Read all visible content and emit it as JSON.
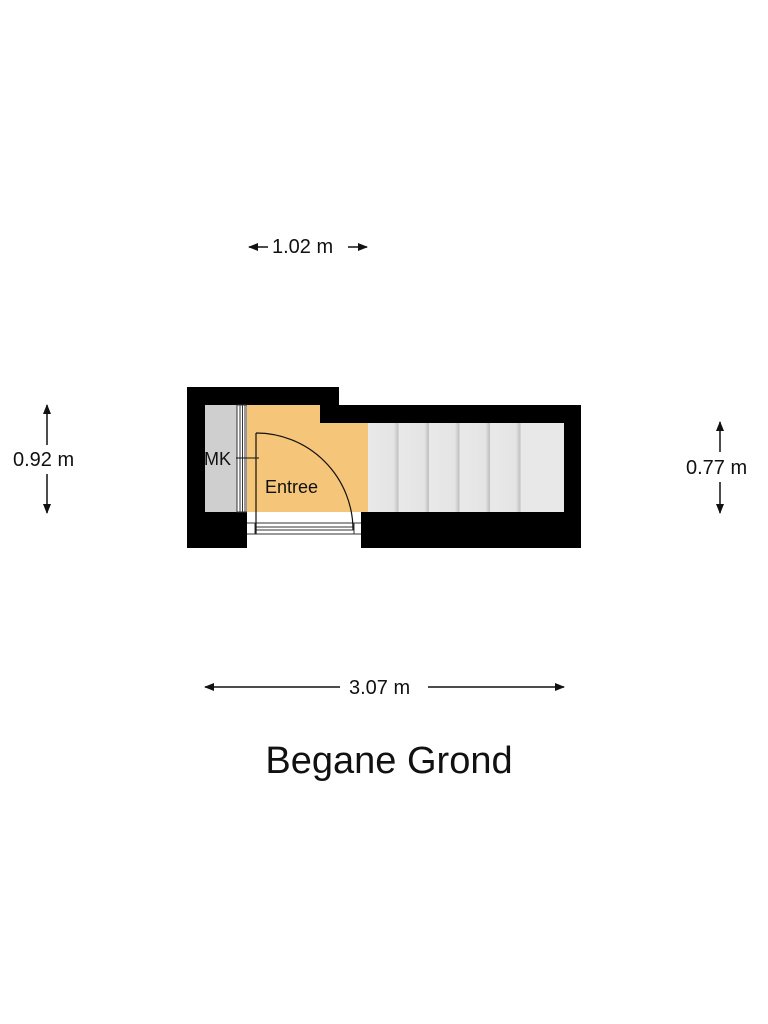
{
  "floor_plan": {
    "title": "Begane Grond",
    "colors": {
      "wall": "#000000",
      "entree_fill": "#f5c57a",
      "mk_fill": "#cfcfcf",
      "stairs_fill": "#e8e8e8",
      "background": "#ffffff"
    },
    "rooms": [
      {
        "id": "entree",
        "label": "Entree"
      },
      {
        "id": "meterkast",
        "label": "MK"
      },
      {
        "id": "stairs",
        "label": "",
        "steps": 6
      }
    ],
    "dimensions": {
      "top_width": "1.02 m",
      "left_height": "0.92 m",
      "right_height": "0.77 m",
      "total_width": "3.07 m"
    }
  }
}
